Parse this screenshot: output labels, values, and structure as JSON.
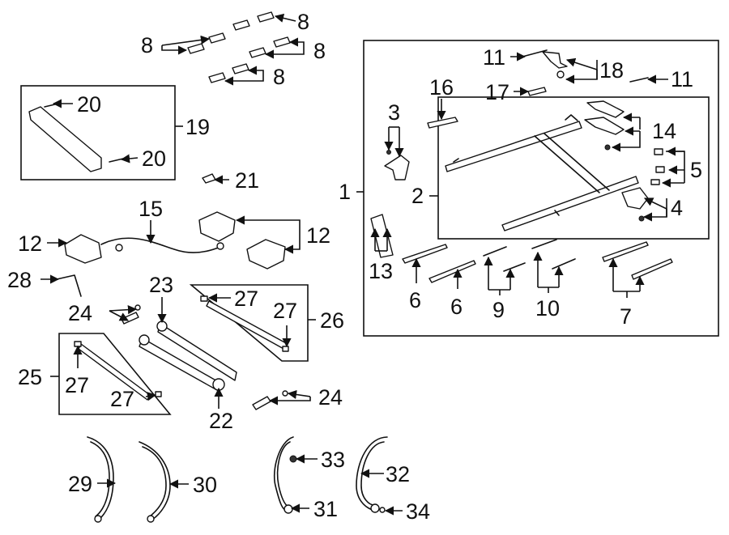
{
  "callouts": {
    "c1": "1",
    "c2": "2",
    "c3": "3",
    "c4": "4",
    "c5": "5",
    "c6a": "6",
    "c6b": "6",
    "c7": "7",
    "c8a": "8",
    "c8b": "8",
    "c8c": "8",
    "c8d": "8",
    "c9": "9",
    "c10": "10",
    "c11a": "11",
    "c11b": "11",
    "c12a": "12",
    "c12b": "12",
    "c13": "13",
    "c14": "14",
    "c15": "15",
    "c16": "16",
    "c17": "17",
    "c18": "18",
    "c19": "19",
    "c20a": "20",
    "c20b": "20",
    "c21": "21",
    "c22": "22",
    "c23": "23",
    "c24a": "24",
    "c24b": "24",
    "c25": "25",
    "c26": "26",
    "c27a": "27",
    "c27b": "27",
    "c27c": "27",
    "c27d": "27",
    "c28": "28",
    "c29": "29",
    "c30": "30",
    "c31": "31",
    "c32": "32",
    "c33": "33",
    "c34": "34"
  }
}
